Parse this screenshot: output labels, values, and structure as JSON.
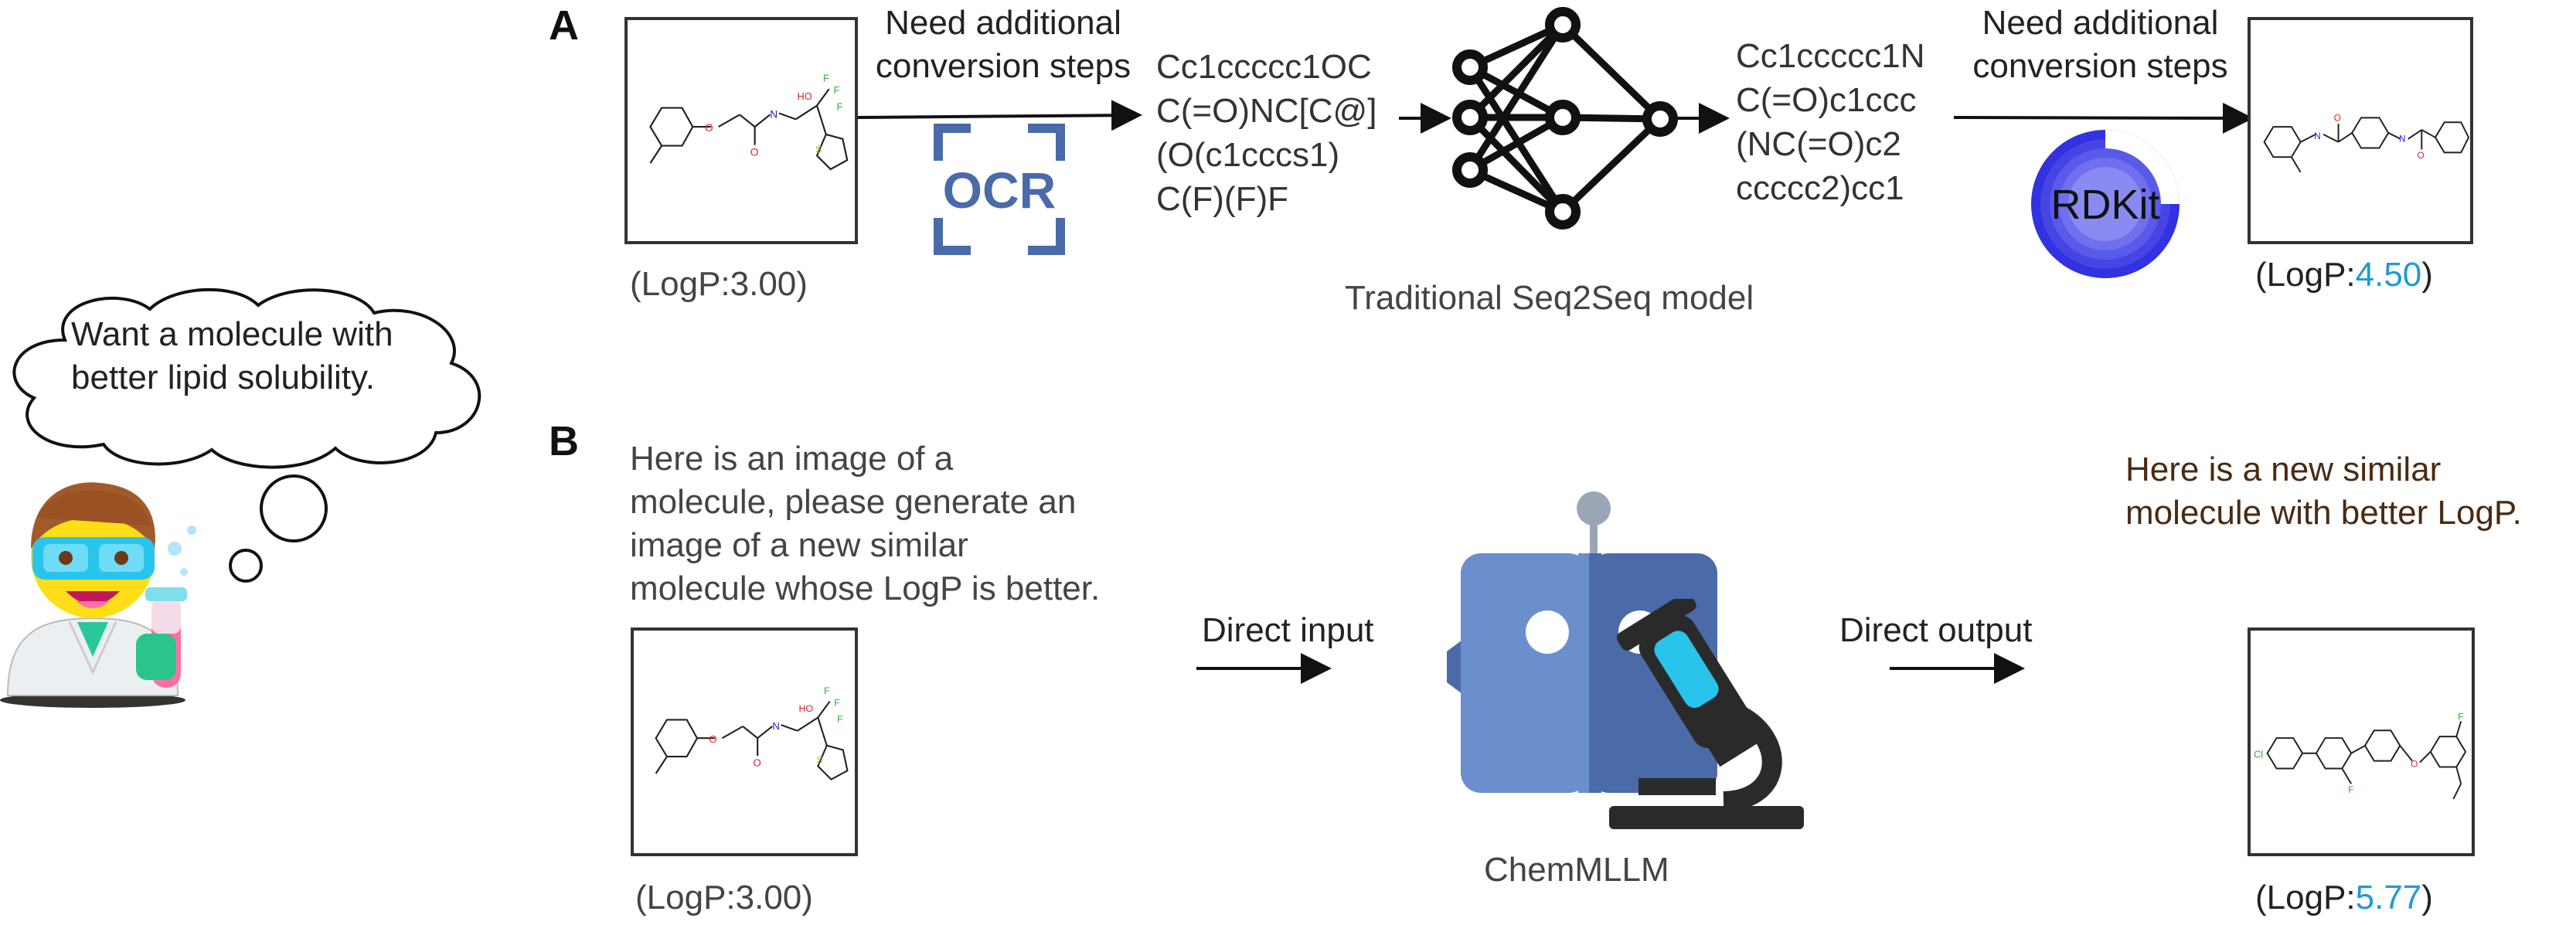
{
  "panel_a": {
    "label": "A",
    "input_logp": {
      "prefix": "(LogP:",
      "value": "3.00",
      "suffix": ")"
    },
    "arrow1_label_line1": "Need additional",
    "arrow1_label_line2": "conversion steps",
    "ocr_label": "OCR",
    "smiles_input": [
      "Cc1ccccc1OC",
      "C(=O)NC[C@]",
      "(O(c1cccs1)",
      "C(F)(F)F"
    ],
    "model_label": "Traditional Seq2Seq model",
    "smiles_output": [
      "Cc1ccccc1N",
      "C(=O)c1ccc",
      "(NC(=O)c2",
      "ccccc2)cc1"
    ],
    "arrow2_label_line1": "Need additional",
    "arrow2_label_line2": "conversion steps",
    "rdkit_label": "RDKit",
    "output_logp": {
      "prefix": "(LogP:",
      "value": "4.50",
      "suffix": ")"
    }
  },
  "panel_b": {
    "label": "B",
    "prompt_lines": [
      "Here is an image of a",
      "molecule, please generate an",
      "image of a new similar",
      "molecule whose LogP is better."
    ],
    "input_logp": {
      "prefix": "(LogP:",
      "value": "3.00",
      "suffix": ")"
    },
    "direct_input": "Direct input",
    "model_name": "ChemMLLM",
    "direct_output": "Direct output",
    "response_lines": [
      "Here is a new similar",
      "molecule with better LogP."
    ],
    "output_logp": {
      "prefix": "(LogP:",
      "value": "5.77",
      "suffix": ")"
    }
  },
  "thought": {
    "lines": [
      "Want a molecule with",
      "better lipid solubility."
    ]
  },
  "colors": {
    "logp_highlight": "#1f9ad6",
    "ocr_blue": "#4a6aa8",
    "rdkit_blue": "#3a3ad8",
    "robot_light": "#6a8fcc",
    "robot_dark": "#4a6aa8",
    "response_text": "#4a2a12"
  },
  "icons": [
    "scientist-icon",
    "thought-cloud-icon",
    "ocr-icon",
    "neural-network-icon",
    "rdkit-logo",
    "robot-icon",
    "microscope-icon"
  ]
}
